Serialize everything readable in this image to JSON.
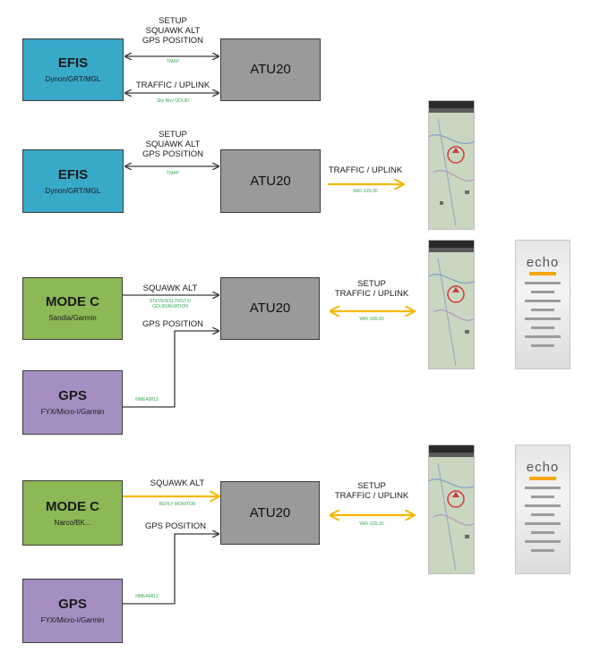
{
  "colors": {
    "efis": "#39a9c9",
    "atu": "#9a9a9a",
    "mode_c": "#8db856",
    "gps": "#a58fc2",
    "wired_line": "#3a3a3a",
    "wireless_arrow": "#f5b800",
    "sub_label": "#33a852"
  },
  "diagram1": {
    "efis_title": "EFIS",
    "efis_sub": "Dynon/GRT/MGL",
    "atu_title": "ATU20",
    "link1_line1": "SETUP",
    "link1_line2": "SQUAWK ALT",
    "link1_line3": "GPS POSITION",
    "link1_sub": "TMAP",
    "link2_label": "TRAFFIC / UPLINK",
    "link2_sub": "Sky Ntrv GDL90"
  },
  "diagram2": {
    "efis_title": "EFIS",
    "efis_sub": "Dynon/GRT/MGL",
    "atu_title": "ATU20",
    "link1_line1": "SETUP",
    "link1_line2": "SQUAWK ALT",
    "link1_line3": "GPS POSITION",
    "link1_sub": "TMAP",
    "wifi_label": "TRAFFIC / UPLINK",
    "wifi_sub": "WiFi GDL90",
    "icon": "tablet-map-icon"
  },
  "diagram3": {
    "mode_c_title": "MODE C",
    "mode_c_sub": "Sandia/Garmin",
    "squawk_label": "SQUAWK ALT",
    "squawk_sub_line1": "STEVEN/SL70/GTX/",
    "squawk_sub_line2": "GDL90/AVIATION",
    "gps_pos_label": "GPS POSITION",
    "gps_title": "GPS",
    "gps_sub": "FYX/Micro-I/Garmin",
    "gps_sub_label": "NMEA0813",
    "atu_title": "ATU20",
    "wifi_line1": "SETUP",
    "wifi_line2": "TRAFFIC / UPLINK",
    "wifi_sub": "WiFi GDL90",
    "echo_logo": "echo",
    "icons": [
      "tablet-map-icon",
      "echo-app-icon"
    ]
  },
  "diagram4": {
    "mode_c_title": "MODE C",
    "mode_c_sub": "Narco/BK...",
    "squawk_label": "SQUAWK ALT",
    "squawk_sub": "REPLY MONITOR",
    "gps_pos_label": "GPS POSITION",
    "gps_title": "GPS",
    "gps_sub": "FYX/Micro-I/Garmin",
    "gps_sub_label": "NMEA0813",
    "atu_title": "ATU20",
    "wifi_line1": "SETUP",
    "wifi_line2": "TRAFFIC / UPLINK",
    "wifi_sub": "WiFi GDL90",
    "echo_logo": "echo",
    "icons": [
      "tablet-map-icon",
      "echo-app-icon"
    ]
  }
}
